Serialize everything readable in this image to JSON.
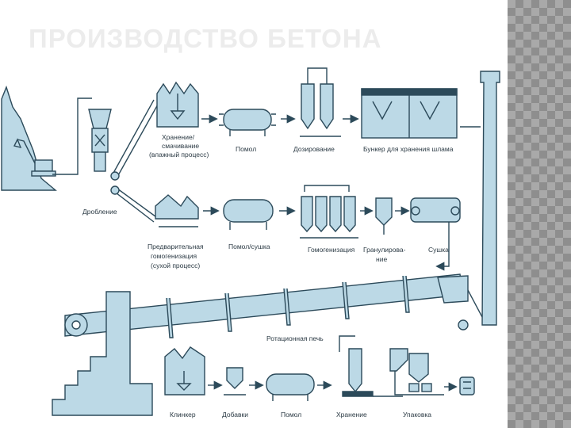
{
  "title": "ПРОИЗВОДСТВО БЕТОНА",
  "diagram": {
    "labels": {
      "crushing": "Дробление",
      "storage_wet_1": "Хранение/",
      "storage_wet_2": "смачивание",
      "storage_wet_3": "(влажный процесс)",
      "grinding": "Помол",
      "dosing": "Дозирование",
      "slurry_bunker": "Бункер для хранения шлама",
      "prehomog_1": "Предварительная",
      "prehomog_2": "гомогенизация",
      "prehomog_3": "(сухой процесс)",
      "grinding_drying": "Помол/сушка",
      "homogenization": "Гомогенизация",
      "granulation_1": "Гранулирова-",
      "granulation_2": "ние",
      "drying": "Сушка",
      "rotary_kiln": "Ротационная печь",
      "clinker": "Клинкер",
      "additives": "Добавки",
      "grinding_2": "Помол",
      "storage": "Хранение",
      "packing": "Упаковка"
    }
  },
  "colors": {
    "fill": "#bcd9e6",
    "stroke": "#2c4a5a",
    "strip": "#a9a9a9"
  }
}
